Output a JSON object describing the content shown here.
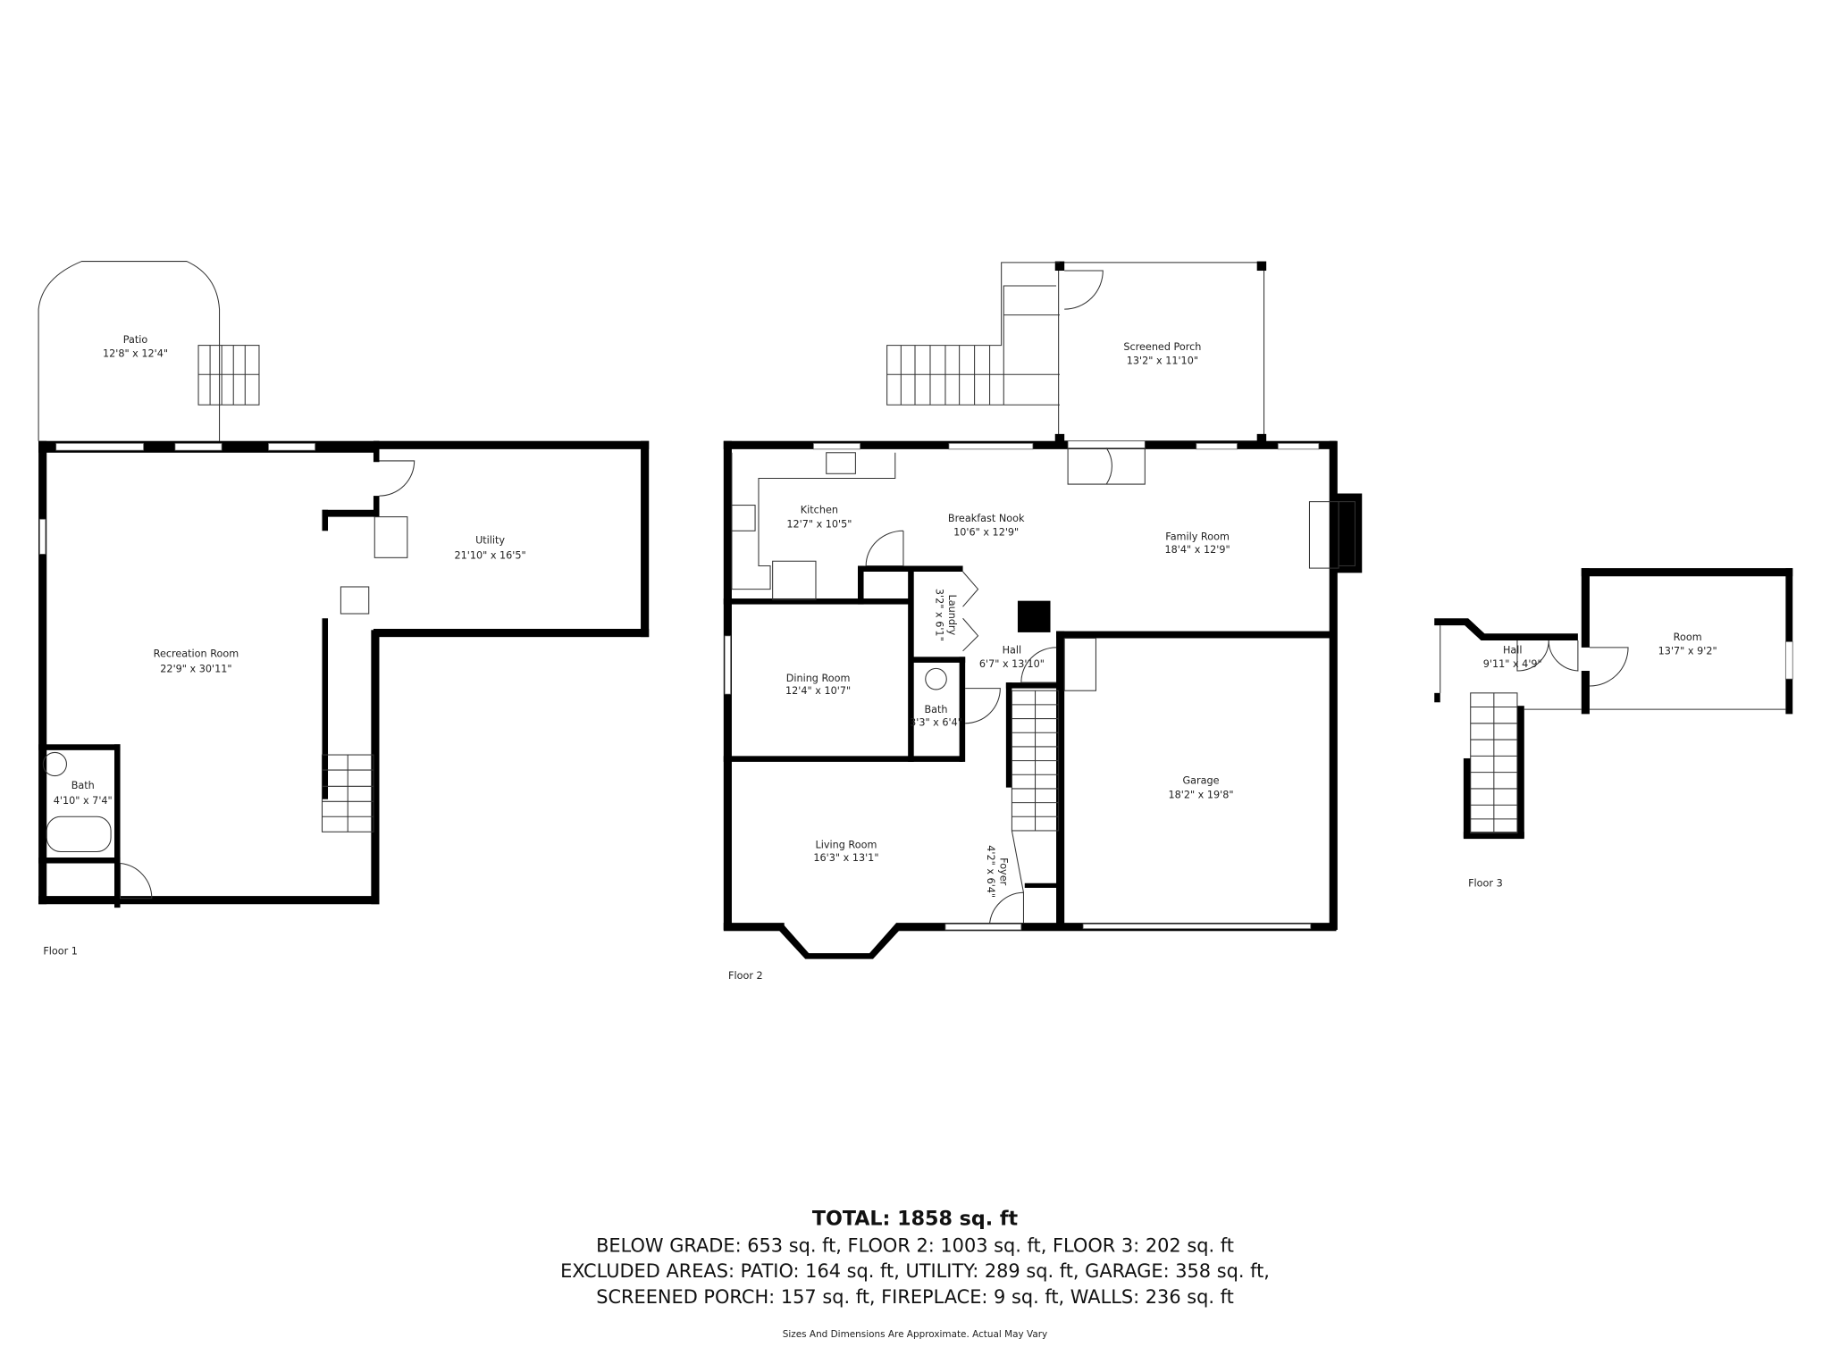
{
  "floors": [
    {
      "label": "Floor 1",
      "rooms": [
        {
          "name": "Patio",
          "dims": "12'8\" x 12'4\""
        },
        {
          "name": "Utility",
          "dims": "21'10\" x 16'5\""
        },
        {
          "name": "Recreation Room",
          "dims": "22'9\" x 30'11\""
        },
        {
          "name": "Bath",
          "dims": "4'10\" x 7'4\""
        }
      ]
    },
    {
      "label": "Floor 2",
      "rooms": [
        {
          "name": "Screened Porch",
          "dims": "13'2\" x 11'10\""
        },
        {
          "name": "Kitchen",
          "dims": "12'7\" x 10'5\""
        },
        {
          "name": "Breakfast Nook",
          "dims": "10'6\" x 12'9\""
        },
        {
          "name": "Family Room",
          "dims": "18'4\" x 12'9\""
        },
        {
          "name": "Laundry",
          "dims": "3'2\" x 6'1\""
        },
        {
          "name": "Hall",
          "dims": "6'7\" x 13'10\""
        },
        {
          "name": "Dining Room",
          "dims": "12'4\" x 10'7\""
        },
        {
          "name": "Bath",
          "dims": "3'3\" x 6'4\""
        },
        {
          "name": "Garage",
          "dims": "18'2\" x 19'8\""
        },
        {
          "name": "Living Room",
          "dims": "16'3\" x 13'1\""
        },
        {
          "name": "Foyer",
          "dims": "4'2\" x 6'4\""
        }
      ]
    },
    {
      "label": "Floor 3",
      "rooms": [
        {
          "name": "Hall",
          "dims": "9'11\" x 4'9\""
        },
        {
          "name": "Room",
          "dims": "13'7\" x 9'2\""
        }
      ]
    }
  ],
  "summary": {
    "total": "TOTAL: 1858 sq. ft",
    "line1": "BELOW GRADE: 653 sq. ft, FLOOR 2: 1003 sq. ft, FLOOR 3: 202 sq. ft",
    "line2": "EXCLUDED AREAS: PATIO: 164 sq. ft, UTILITY: 289 sq. ft, GARAGE: 358 sq. ft,",
    "line3": "SCREENED PORCH: 157 sq. ft, FIREPLACE: 9 sq. ft, WALLS: 236 sq. ft",
    "disclaimer": "Sizes And Dimensions Are Approximate. Actual May Vary"
  },
  "colors": {
    "walls": "#000000",
    "background": "#ffffff"
  }
}
